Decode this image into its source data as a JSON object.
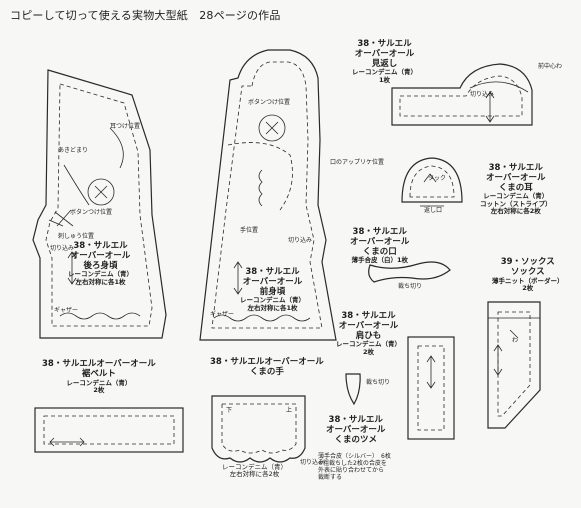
{
  "header": {
    "title": "コピーして切って使える実物大型紙　28ページの作品"
  },
  "pieces": {
    "back": {
      "labels": [
        "38・サルエル",
        "オーバーオール",
        "後ろ身頃"
      ],
      "fabric": "レーコンデニム（青）",
      "qty": "左右対称に各1枚",
      "notes": {
        "ear_pos": "耳つけ位置",
        "stitch_end": "あきどまり",
        "button_pos": "ボタンつけ位置",
        "embroidery": "刺しゅう位置",
        "cut": "切り込み",
        "gather": "ギャザー"
      }
    },
    "front": {
      "labels": [
        "38・サルエル",
        "オーバーオール",
        "前身頃"
      ],
      "fabric": "レーコンデニム（青）",
      "qty": "左右対称に各1枚",
      "notes": {
        "button_pos": "ボタンつけ位置",
        "applique": "口のアップリケ位置",
        "handle_pos": "手位置",
        "cut": "切り込み",
        "gather": "ギャザー"
      }
    },
    "facing": {
      "labels": [
        "38・サルエル",
        "オーバーオール",
        "見返し"
      ],
      "fabric": "レーコンデニム（青）",
      "qty": "1枚",
      "notes": {
        "cut": "切り込み",
        "center": "前中心わ"
      }
    },
    "ear": {
      "labels": [
        "38・サルエル",
        "オーバーオール",
        "くまの耳"
      ],
      "fabric": "レーコンデニム（青）",
      "fabric2": "コットン（ストライプ）",
      "qty": "左右対称に各2枚",
      "notes": {
        "tuck": "タック",
        "opening": "返し口"
      }
    },
    "mouth": {
      "labels": [
        "38・サルエル",
        "オーバーオール",
        "くまの口"
      ],
      "fabric": "薄手合皮（白）1枚",
      "notes": {
        "cut": "裁ち切り"
      }
    },
    "socks": {
      "labels": [
        "39・ソックス",
        "ソックス"
      ],
      "fabric": "薄手ニット（ボーダー）",
      "qty": "2枚",
      "notes": {
        "wa": "わ"
      }
    },
    "belt": {
      "labels": [
        "38・サルエルオーバーオール",
        "裾ベルト"
      ],
      "fabric": "レーコンデニム（青）",
      "qty": "2枚"
    },
    "hand": {
      "labels": [
        "38・サルエルオーバーオール",
        "くまの手"
      ],
      "fabric": "レーコンデニム（青）",
      "qty": "左右対称に各2枚",
      "notes": {
        "down": "下",
        "up": "上",
        "cut": "切り込み"
      }
    },
    "strap": {
      "labels": [
        "38・サルエル",
        "オーバーオール",
        "肩ひも"
      ],
      "fabric": "レーコンデニム（青）",
      "qty": "2枚"
    },
    "nail": {
      "labels": [
        "38・サルエル",
        "オーバーオール",
        "くまのツメ"
      ],
      "fabric": "薄手合皮（シルバー）　6枚",
      "notes": {
        "cut": "裁ち切り",
        "line1": "※粗裁ちした2枚の合皮を",
        "line2": "外表に貼り合わせてから",
        "line3": "裁断する"
      }
    }
  }
}
